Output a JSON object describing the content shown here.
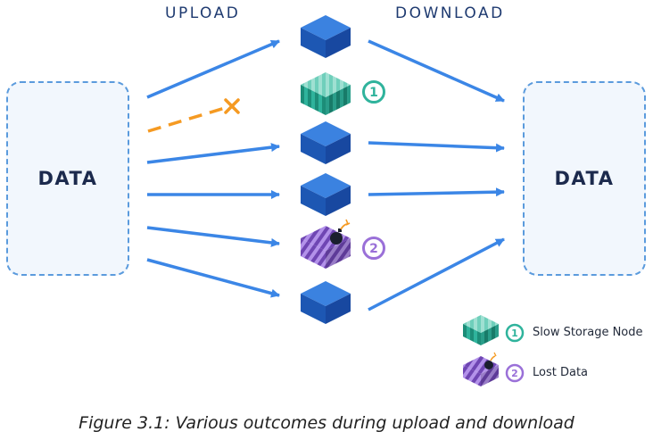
{
  "header": {
    "upload_label": "UPLOAD",
    "download_label": "DOWNLOAD"
  },
  "source": {
    "label": "DATA"
  },
  "destination": {
    "label": "DATA"
  },
  "nodes": [
    {
      "status": "normal"
    },
    {
      "status": "slow",
      "marker": "1"
    },
    {
      "status": "normal"
    },
    {
      "status": "normal"
    },
    {
      "status": "lost",
      "marker": "2"
    },
    {
      "status": "normal"
    }
  ],
  "legend": {
    "slow": {
      "marker": "1",
      "label": "Slow Storage Node"
    },
    "lost": {
      "marker": "2",
      "label": "Lost Data"
    }
  },
  "caption": "Figure 3.1: Various outcomes during upload and download",
  "colors": {
    "arrow": "#3b86e6",
    "failed_upload": "#f59a22",
    "node_blue": "#1f5fc0",
    "slow_teal": "#2fb39c",
    "lost_purple": "#9a70d8",
    "text_dark": "#1c2a4d"
  },
  "icons": {
    "failed": "x-mark-icon",
    "lost": "bomb-icon"
  }
}
